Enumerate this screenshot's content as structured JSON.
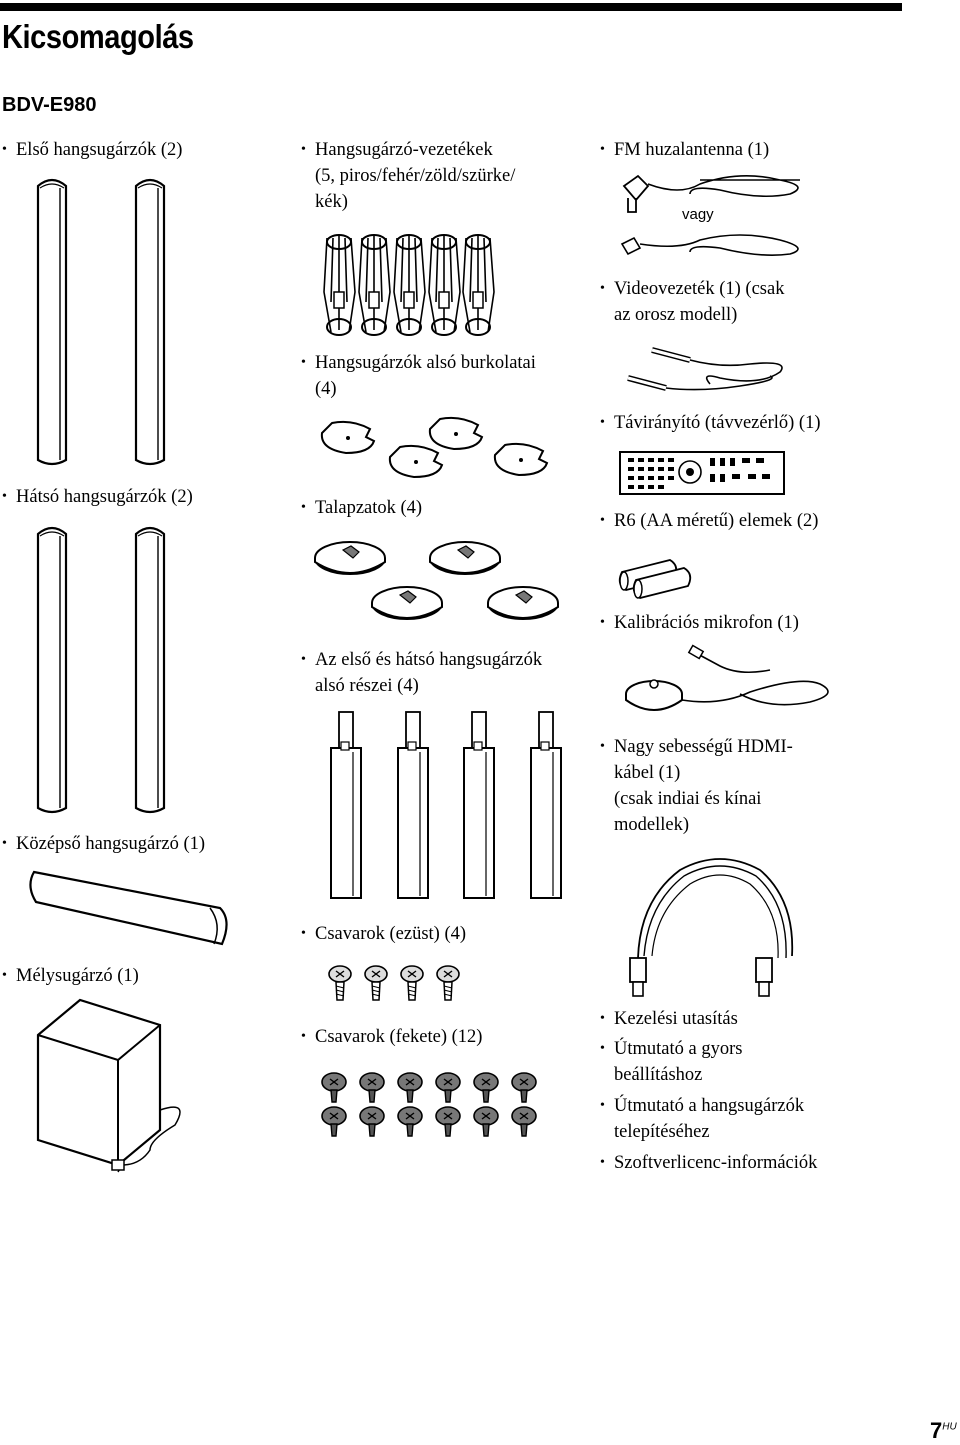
{
  "title": "Kicsomagolás",
  "model": "BDV-E980",
  "bullet": "•",
  "vagy_label": "vagy",
  "page": {
    "number": "7",
    "suffix": "HU"
  },
  "items": {
    "front_speakers": "Első hangsugárzók (2)",
    "rear_speakers": "Hátsó hangsugárzók (2)",
    "center_speaker": "Középső hangsugárzó (1)",
    "subwoofer": "Mélysugárzó (1)",
    "speaker_cables": [
      "Hangsugárzó-vezetékek",
      "(5, piros/fehér/zöld/szürke/",
      "kék)"
    ],
    "bottom_covers": [
      "Hangsugárzók alsó burkolatai",
      "(4)"
    ],
    "bases": "Talapzatok (4)",
    "lower_parts": [
      "Az első és hátsó hangsugárzók",
      "alsó részei (4)"
    ],
    "screws_silver": "Csavarok (ezüst) (4)",
    "screws_black": "Csavarok (fekete) (12)",
    "fm_antenna": "FM huzalantenna (1)",
    "video_cable": [
      "Videovezeték (1) (csak",
      "az orosz modell)"
    ],
    "remote": "Távirányító (távvezérlő) (1)",
    "batteries": "R6 (AA méretű) elemek (2)",
    "mic": "Kalibrációs mikrofon (1)",
    "hdmi": [
      "Nagy sebességű HDMI-",
      "kábel (1)",
      "(csak indiai és kínai",
      "modellek)"
    ],
    "docs": [
      [
        "Kezelési utasítás"
      ],
      [
        "Útmutató a gyors",
        "beállításhoz"
      ],
      [
        "Útmutató a hangsugárzók",
        "telepítéséhez"
      ],
      [
        "Szoftverlicenc-információk"
      ]
    ]
  }
}
